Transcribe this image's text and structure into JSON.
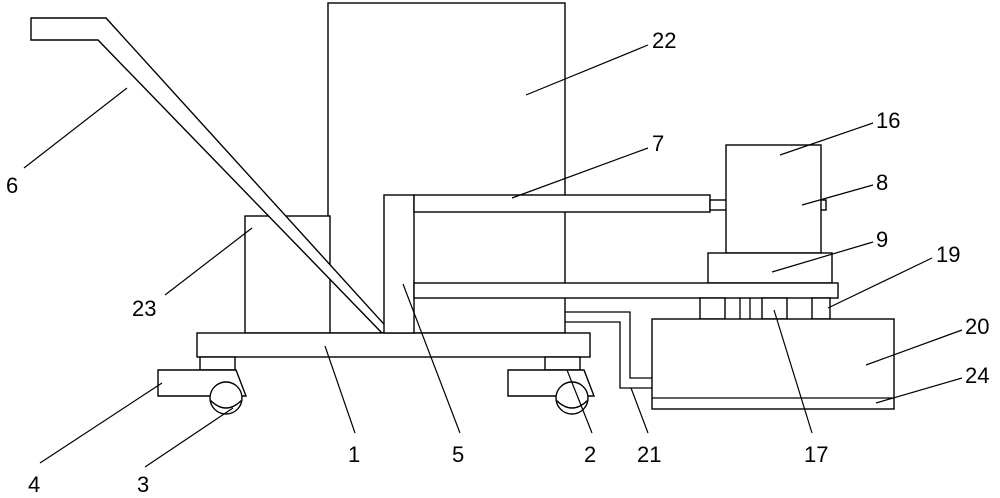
{
  "diagram": {
    "labels": {
      "l1": "1",
      "l2": "2",
      "l3": "3",
      "l4": "4",
      "l5": "5",
      "l6": "6",
      "l7": "7",
      "l8": "8",
      "l9": "9",
      "l16": "16",
      "l17": "17",
      "l19": "19",
      "l20": "20",
      "l21": "21",
      "l22": "22",
      "l23": "23",
      "l24": "24"
    },
    "colors": {
      "stroke": "#000000",
      "background": "#ffffff"
    }
  }
}
